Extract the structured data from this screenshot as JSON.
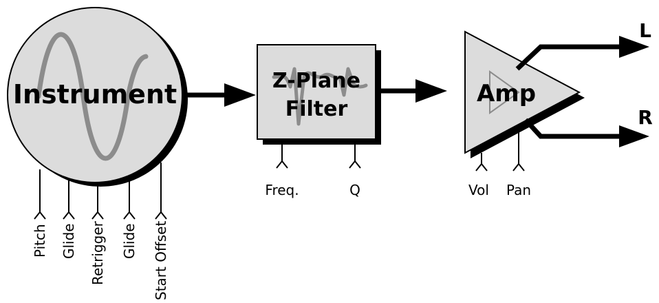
{
  "instrument": {
    "title": "Instrument",
    "inputs": [
      "Pitch",
      "Glide",
      "Retrigger",
      "Glide",
      "Start Offset"
    ]
  },
  "filter": {
    "title_line1": "Z-Plane",
    "title_line2": "Filter",
    "inputs": [
      "Freq.",
      "Q"
    ]
  },
  "amp": {
    "title": "Amp",
    "inputs": [
      "Vol",
      "Pan"
    ]
  },
  "outputs": {
    "left": "L",
    "right": "R"
  },
  "colors": {
    "block_fill": "#dcdcdc",
    "wave": "#8c8c8c",
    "shadow": "#000000"
  }
}
